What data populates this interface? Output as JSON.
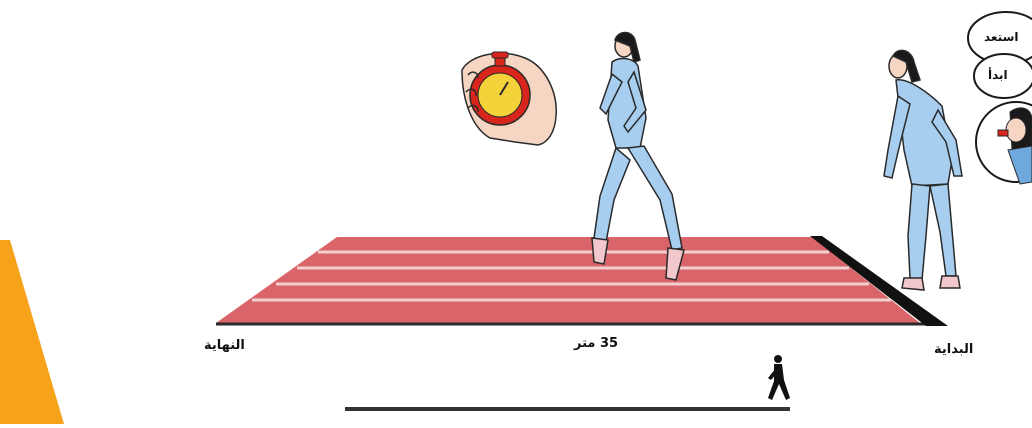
{
  "labels": {
    "finish": "النهاية",
    "distance": "35 متر",
    "start": "البداية"
  },
  "commands": {
    "ready": "استعد",
    "go": "ابدأ"
  },
  "colors": {
    "track": "#d9656a",
    "lane_line": "#f3d0d0",
    "start_line": "#111111",
    "athlete": "#a7cdef",
    "outline": "#2a2a2a",
    "orange_accent": "#f7a21b",
    "stopwatch": "#d8261c"
  },
  "icons": {
    "stopwatch": "stopwatch-in-hand-icon",
    "runner": "running-athlete-icon",
    "starter": "standing-starter-icon",
    "whistle": "whistle-blower-icon",
    "mini_runner": "runner-silhouette-icon"
  }
}
